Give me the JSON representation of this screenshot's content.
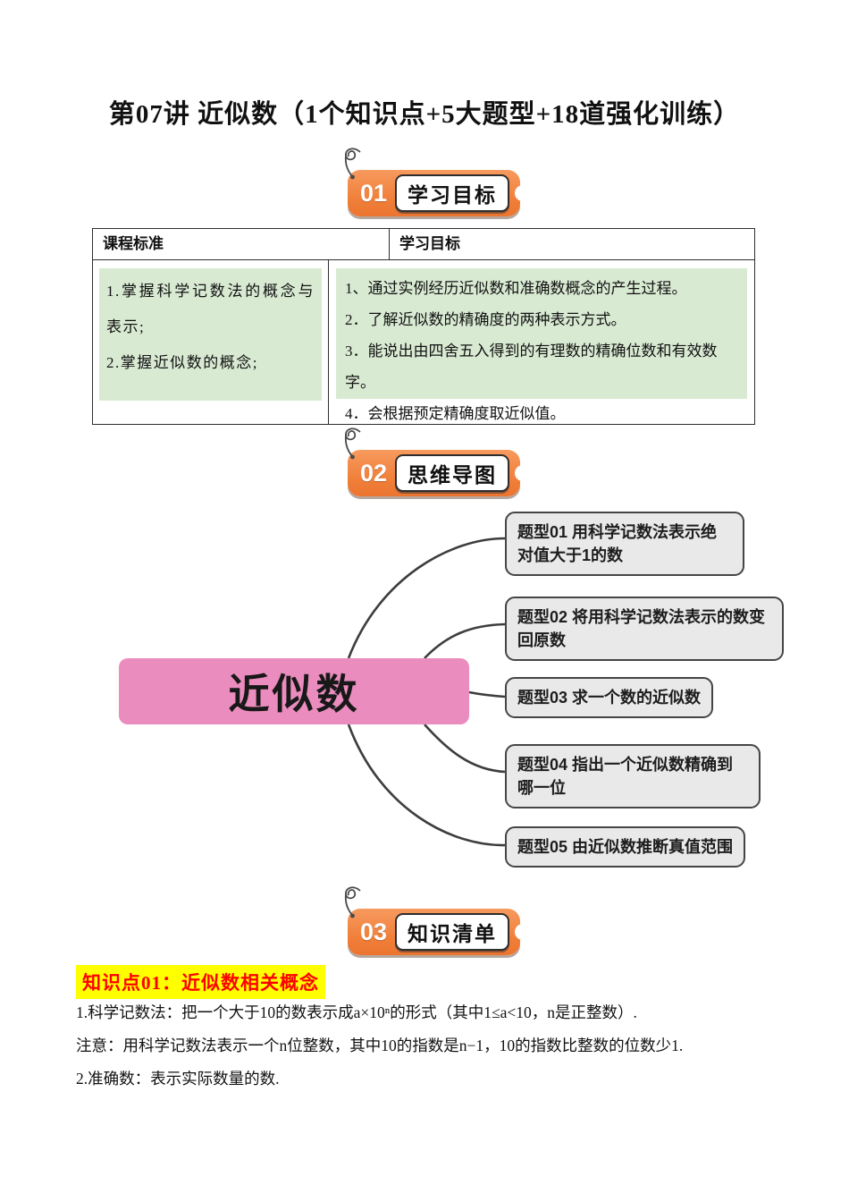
{
  "page": {
    "title": "第07讲 近似数（1个知识点+5大题型+18道强化训练）"
  },
  "sections": {
    "s1": {
      "number": "01",
      "label": "学习目标"
    },
    "s2": {
      "number": "02",
      "label": "思维导图"
    },
    "s3": {
      "number": "03",
      "label": "知识清单"
    }
  },
  "table": {
    "headers": {
      "left": "课程标准",
      "right": "学习目标"
    },
    "left_items": [
      "1.掌握科学记数法的概念与表示;",
      "2.掌握近似数的概念;"
    ],
    "right_items": [
      "1、通过实例经历近似数和准确数概念的产生过程。",
      "2．了解近似数的精确度的两种表示方式。",
      "3．能说出由四舍五入得到的有理数的精确位数和有效数字。",
      "4．会根据预定精确度取近似值。"
    ]
  },
  "mindmap": {
    "center": "近似数",
    "branches": [
      "题型01 用科学记数法表示绝对值大于1的数",
      "题型02 将用科学记数法表示的数变回原数",
      "题型03 求一个数的近似数",
      "题型04 指出一个近似数精确到哪一位",
      "题型05 由近似数推断真值范围"
    ]
  },
  "knowledge": {
    "heading": "知识点01：近似数相关概念",
    "lines": [
      "1.科学记数法：把一个大于10的数表示成a×10ⁿ的形式（其中1≤a<10，n是正整数）.",
      "注意：用科学记数法表示一个n位整数，其中10的指数是n−1，10的指数比整数的位数少1.",
      "2.准确数：表示实际数量的数."
    ]
  },
  "colors": {
    "badge_orange": "#ef7d37",
    "badge_orange_light": "#f79a5e",
    "center_pink": "#ea8cbd",
    "branch_gray_bg": "#e9e9e9",
    "branch_border": "#454545",
    "connector_line": "#3d3d3d",
    "table_green": "#d9ead3",
    "highlight_yellow": "#ffff00",
    "highlight_red": "#fe0000"
  }
}
